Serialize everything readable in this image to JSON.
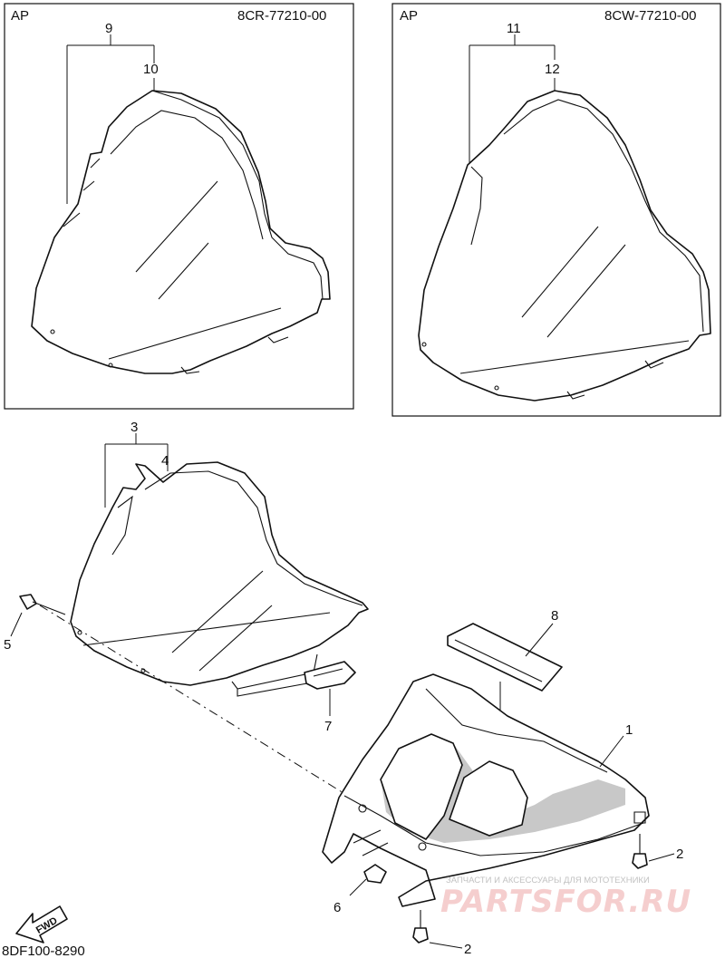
{
  "boxes": [
    {
      "ap": "AP",
      "code": "8CR-77210-00",
      "group_ref": "9",
      "part_ref": "10"
    },
    {
      "ap": "AP",
      "code": "8CW-77210-00",
      "group_ref": "11",
      "part_ref": "12"
    }
  ],
  "callouts": {
    "c1": "1",
    "c2a": "2",
    "c2b": "2",
    "c3": "3",
    "c4": "4",
    "c5": "5",
    "c6": "6",
    "c7": "7",
    "c8": "8"
  },
  "fwd_label": "FWD",
  "drawing_code": "8DF100-8290",
  "watermark": {
    "caption": "ЗАПЧАСТИ И АКСЕССУАРЫ ДЛЯ МОТОТЕХНИКИ",
    "brand": "PARTSFOR.RU"
  }
}
